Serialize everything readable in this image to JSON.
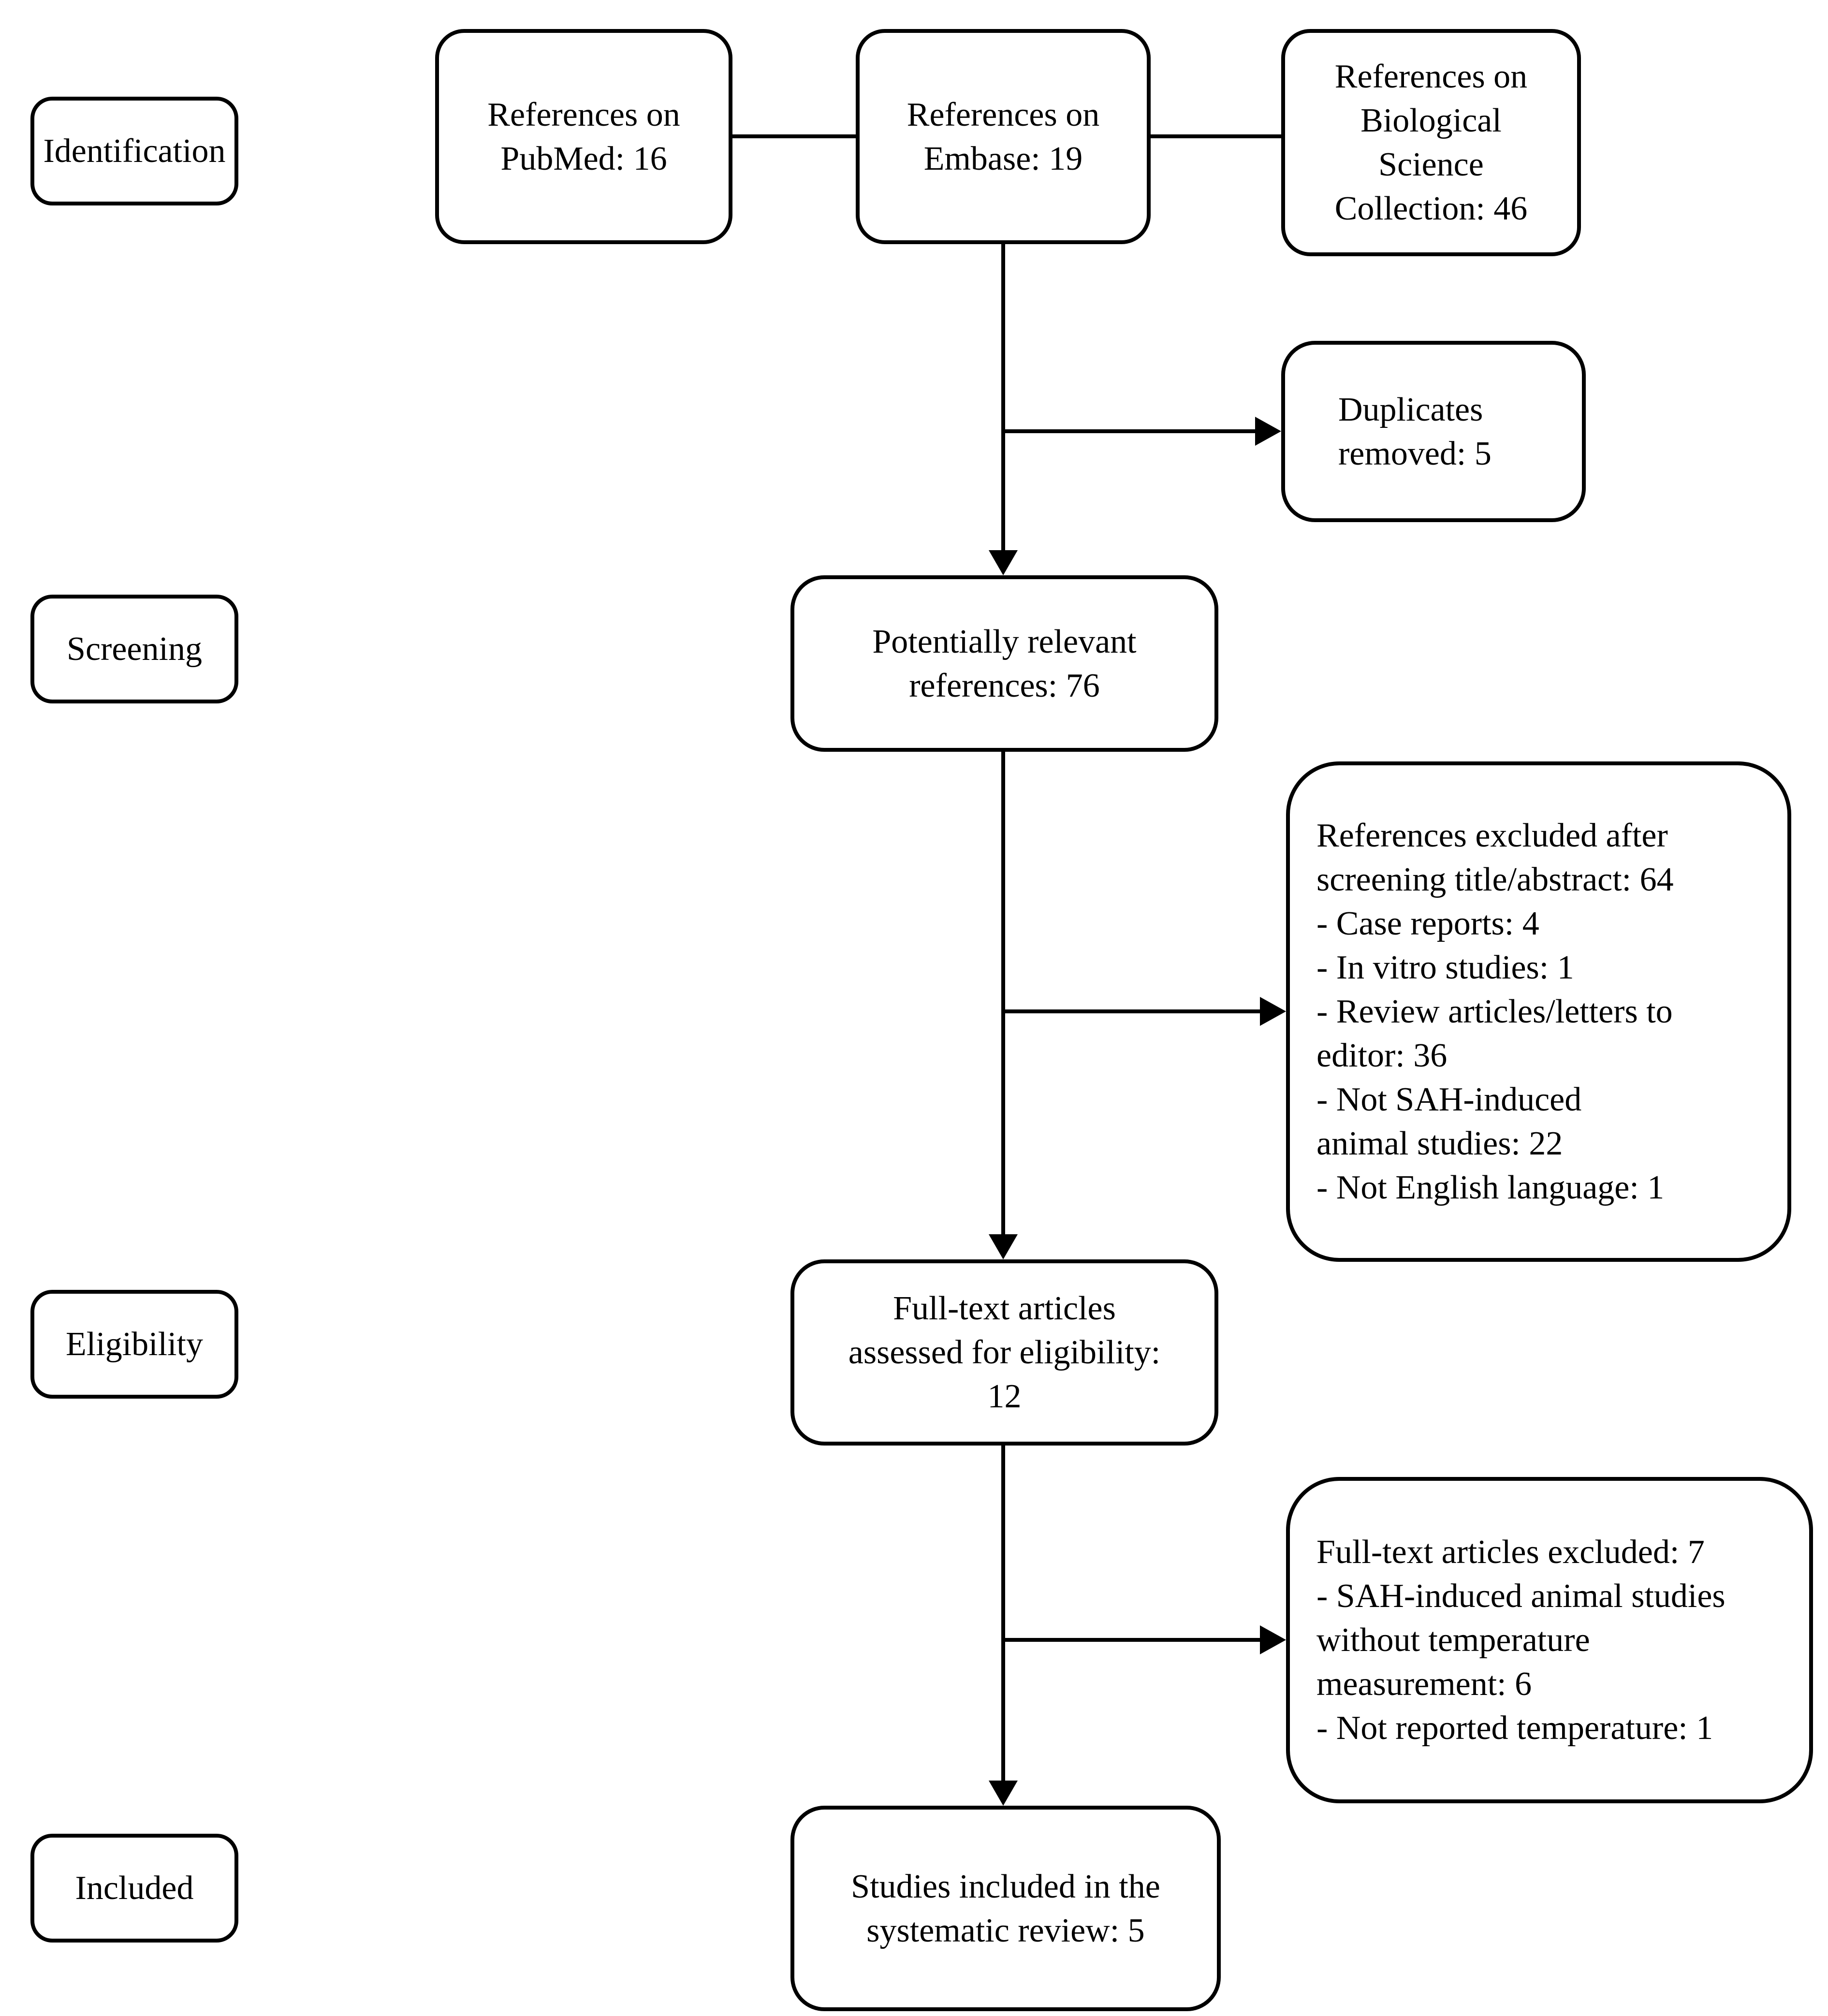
{
  "diagram": {
    "stages": {
      "identification": "Identification",
      "screening": "Screening",
      "eligibility": "Eligibility",
      "included": "Included"
    },
    "nodes": {
      "pubmed": "References on\nPubMed: 16",
      "embase": "References on\nEmbase: 19",
      "biological_science": "References on\nBiological\nScience\nCollection: 46",
      "duplicates_removed": "Duplicates\nremoved: 5",
      "potentially_relevant": "Potentially relevant\nreferences: 76",
      "excluded_screening": "References excluded after\nscreening title/abstract: 64\n- Case reports: 4\n- In vitro studies: 1\n- Review articles/letters to\neditor: 36\n- Not SAH-induced\nanimal studies: 22\n- Not English language: 1",
      "fulltext_assessed": "Full-text articles\nassessed for eligibility:\n12",
      "fulltext_excluded": "Full-text articles excluded: 7\n- SAH-induced animal studies\nwithout temperature\nmeasurement: 6\n- Not reported temperature: 1",
      "included_studies": "Studies included in the\nsystematic review: 5"
    },
    "colors": {
      "ink": "#000000",
      "background": "#ffffff"
    }
  }
}
